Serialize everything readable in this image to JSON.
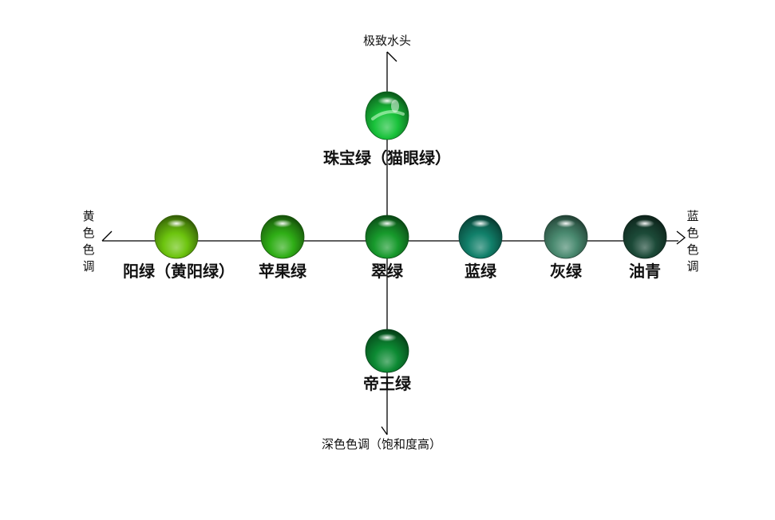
{
  "axes": {
    "top": "极致水头",
    "bottom": "深色色调（饱和度高）",
    "left": [
      "黄",
      "色",
      "色",
      "调"
    ],
    "right": [
      "蓝",
      "色",
      "色",
      "调"
    ]
  },
  "gems": [
    {
      "id": "zhubaolv",
      "label": "珠宝绿（猫眼绿）",
      "color": "#18c23a",
      "variant": "cats-eye"
    },
    {
      "id": "yanglv",
      "label": "阳绿（黄阳绿）",
      "color": "#6cc40e",
      "variant": "normal"
    },
    {
      "id": "pingguolv",
      "label": "苹果绿",
      "color": "#2fae16",
      "variant": "normal"
    },
    {
      "id": "cuilv",
      "label": "翠绿",
      "color": "#179a2c",
      "variant": "normal"
    },
    {
      "id": "lanlv",
      "label": "蓝绿",
      "color": "#11806a",
      "variant": "normal"
    },
    {
      "id": "huilv",
      "label": "灰绿",
      "color": "#4a8a70",
      "variant": "normal"
    },
    {
      "id": "youqing",
      "label": "油青",
      "color": "#1c4a38",
      "variant": "normal"
    },
    {
      "id": "diwanglv",
      "label": "帝王绿",
      "color": "#0c8a33",
      "variant": "normal"
    }
  ]
}
